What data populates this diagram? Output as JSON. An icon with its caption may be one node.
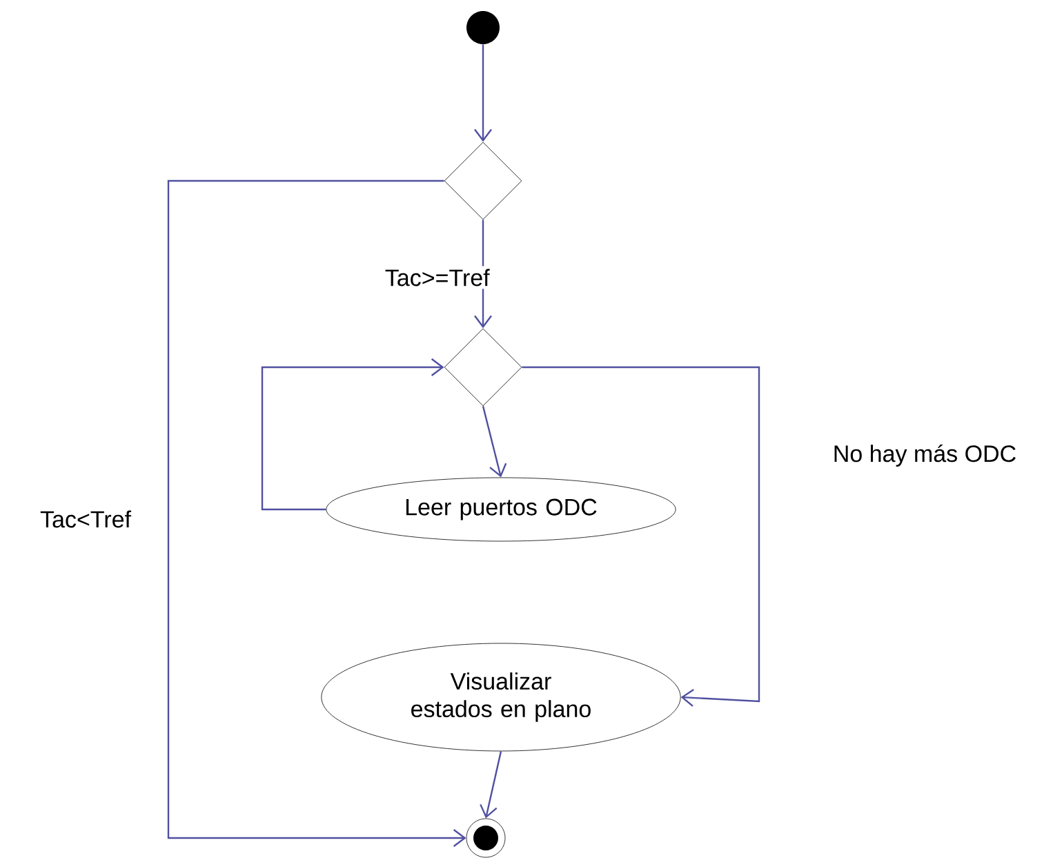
{
  "diagram": {
    "nodes": [
      {
        "text": [],
        "shape": "circle"
      },
      {
        "text": [],
        "shape": "diamond"
      },
      {
        "text": [],
        "shape": "diamond"
      },
      {
        "text": [
          "Leer puertos ODC"
        ]
      },
      {
        "text": [
          "Visualizar estados en plano"
        ]
      },
      {
        "text": [],
        "shape": "bullseye"
      }
    ],
    "edges": [
      {
        "from": 0,
        "to": 1,
        "arrow": "to"
      },
      {
        "from": 1,
        "to": 2,
        "arrow": "to",
        "label": "Tac>=Tref"
      },
      {
        "from": 2,
        "to": 3,
        "arrow": "to"
      },
      {
        "from": 3,
        "to": 2,
        "arrow": "to"
      },
      {
        "from": 2,
        "to": 4,
        "arrow": "to",
        "label": "No hay más ODC"
      },
      {
        "from": 4,
        "to": 5,
        "arrow": "to"
      },
      {
        "from": 1,
        "to": 5,
        "arrow": "to",
        "label": "Tac<Tref"
      }
    ]
  }
}
